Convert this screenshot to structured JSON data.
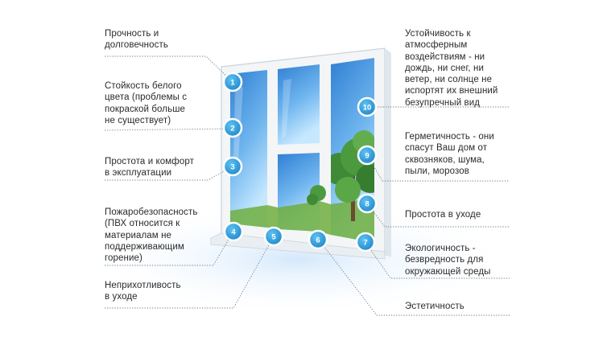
{
  "colors": {
    "frame": "#f3f5f7",
    "glass_top": "#2f7fd3",
    "glass_bottom": "#bfe4ff",
    "badge_fill": "#2a9ad8",
    "badge_ring": "#ffffff",
    "leader_line": "#6d7f96",
    "text": "#2a2a2a"
  },
  "features": [
    {
      "number": "1",
      "label": "Прочность и\nдолговечность"
    },
    {
      "number": "2",
      "label": "Стойкость белого\nцвета (проблемы с\nпокраской больше\nне существует)"
    },
    {
      "number": "3",
      "label": "Простота и комфорт\nв эксплуатации"
    },
    {
      "number": "4",
      "label": "Пожаробезопасность\n(ПВХ относится к\nматериалам не\nподдерживающим\nгорение)"
    },
    {
      "number": "5",
      "label": "Неприхотливость\nв уходе"
    },
    {
      "number": "6",
      "label": "Эстетичность"
    },
    {
      "number": "7",
      "label": "Экологичность -\nбезвредность для\nокружающей среды"
    },
    {
      "number": "8",
      "label": "Простота в уходе"
    },
    {
      "number": "9",
      "label": "Герметичность - они\nспасут Ваш дом от\nсквозняков, шума,\nпыли, морозов"
    },
    {
      "number": "10",
      "label": "Устойчивость к\nатмосферным\nвоздействиям - ни\nдождь, ни снег, ни\nветер, ни солнце не\nиспортят их внешний\nбезупречный вид"
    }
  ]
}
